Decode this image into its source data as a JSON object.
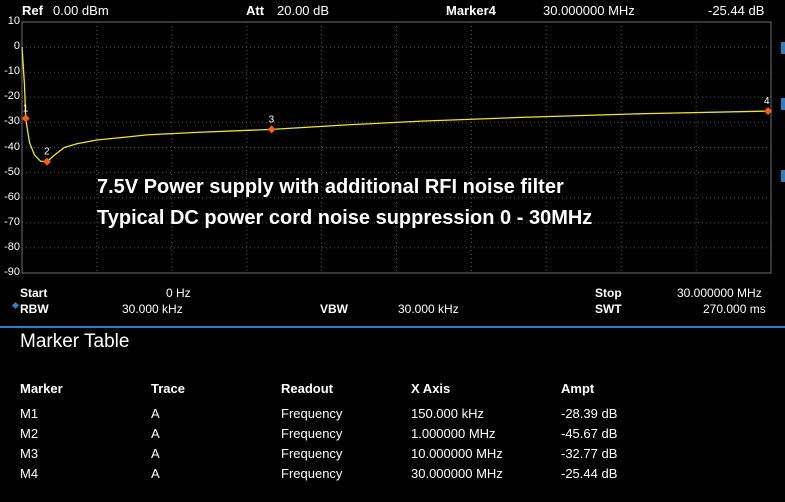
{
  "header": {
    "ref_label": "Ref",
    "ref_value": "0.00 dBm",
    "att_label": "Att",
    "att_value": "20.00 dB",
    "marker_label": "Marker4",
    "marker_freq": "30.000000 MHz",
    "marker_ampl": "-25.44 dB"
  },
  "y_axis_labels": [
    "10",
    "0",
    "-10",
    "-20",
    "-30",
    "-40",
    "-50",
    "-60",
    "-70",
    "-80",
    "-90"
  ],
  "annotation": {
    "line1": "7.5V Power supply with additional RFI noise filter",
    "line2": "Typical DC power cord noise suppression 0 - 30MHz"
  },
  "footer": {
    "start_label": "Start",
    "start_value": "0 Hz",
    "stop_label": "Stop",
    "stop_value": "30.000000 MHz",
    "rbw_label": "RBW",
    "rbw_value": "30.000 kHz",
    "vbw_label": "VBW",
    "vbw_value": "30.000 kHz",
    "swt_label": "SWT",
    "swt_value": "270.000 ms"
  },
  "marker_table": {
    "title": "Marker Table",
    "headers": [
      "Marker",
      "Trace",
      "Readout",
      "X Axis",
      "Ampt"
    ],
    "rows": [
      {
        "marker": "M1",
        "trace": "A",
        "readout": "Frequency",
        "x": "150.000 kHz",
        "ampt": "-28.39 dB"
      },
      {
        "marker": "M2",
        "trace": "A",
        "readout": "Frequency",
        "x": "1.000000 MHz",
        "ampt": "-45.67 dB"
      },
      {
        "marker": "M3",
        "trace": "A",
        "readout": "Frequency",
        "x": "10.000000 MHz",
        "ampt": "-32.77 dB"
      },
      {
        "marker": "M4",
        "trace": "A",
        "readout": "Frequency",
        "x": "30.000000 MHz",
        "ampt": "-25.44 dB"
      }
    ]
  },
  "chart_data": {
    "type": "line",
    "xlim_mhz": [
      0,
      30
    ],
    "ylim_db": [
      -90,
      10
    ],
    "grid": true,
    "trace_color": "#e8e830",
    "marker_color": "#ff5a1e",
    "series": [
      {
        "x": [
          0,
          0.1,
          0.15,
          0.3,
          0.5,
          0.75,
          1.0,
          1.3,
          1.7,
          2.2,
          3,
          4,
          5,
          7,
          10,
          13,
          16,
          20,
          25,
          30
        ],
        "values": [
          0,
          -15,
          -28.39,
          -38,
          -43,
          -45.5,
          -45.67,
          -43,
          -40,
          -38.5,
          -37,
          -36,
          -35,
          -34,
          -32.77,
          -31,
          -29.5,
          -28,
          -26.5,
          -25.44
        ]
      }
    ],
    "markers": [
      {
        "label": "1",
        "x": 0.15,
        "y": -28.39
      },
      {
        "label": "2",
        "x": 1.0,
        "y": -45.67
      },
      {
        "label": "3",
        "x": 10.0,
        "y": -32.77
      },
      {
        "label": "4",
        "x": 30.0,
        "y": -25.44
      }
    ]
  }
}
